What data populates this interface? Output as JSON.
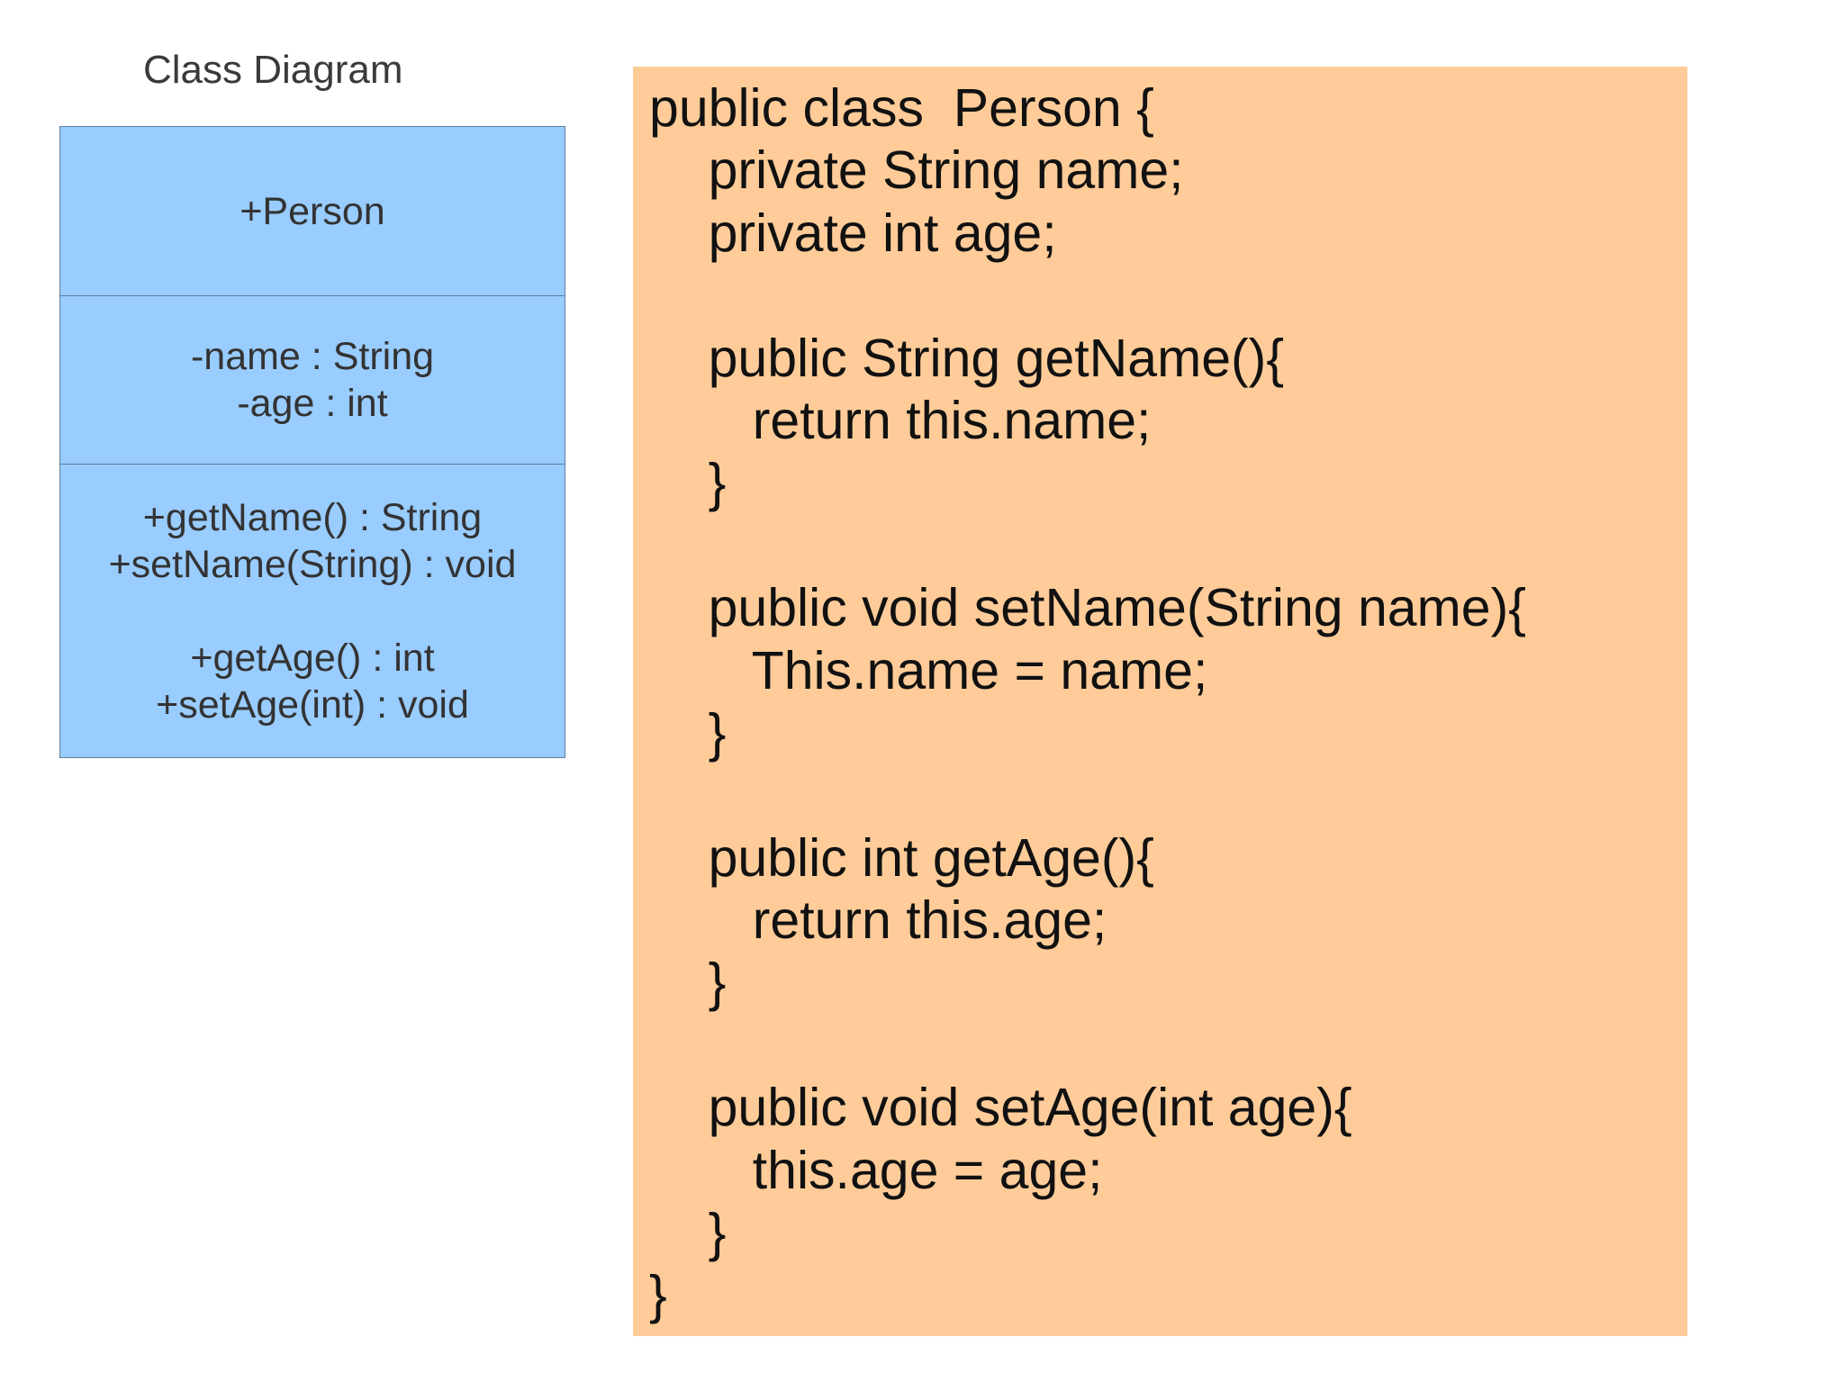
{
  "caption": "Class Diagram",
  "uml": {
    "class_name": "+Person",
    "attributes": [
      "-name : String",
      "-age : int"
    ],
    "methods": [
      "+getName() : String",
      "+setName(String) : void",
      "",
      "+getAge() : int",
      "+setAge(int) : void"
    ]
  },
  "code": {
    "lines": [
      "public class  Person {",
      "    private String name;",
      "    private int age;",
      "",
      "    public String getName(){",
      "       return this.name;",
      "    }",
      "",
      "    public void setName(String name){",
      "       This.name = name;",
      "    }",
      "",
      "    public int getAge(){",
      "       return this.age;",
      "    }",
      "",
      "    public void setAge(int age){",
      "       this.age = age;",
      "    }",
      "}"
    ]
  },
  "colors": {
    "uml_fill": "#99ccff",
    "code_fill": "#ffcc99"
  }
}
